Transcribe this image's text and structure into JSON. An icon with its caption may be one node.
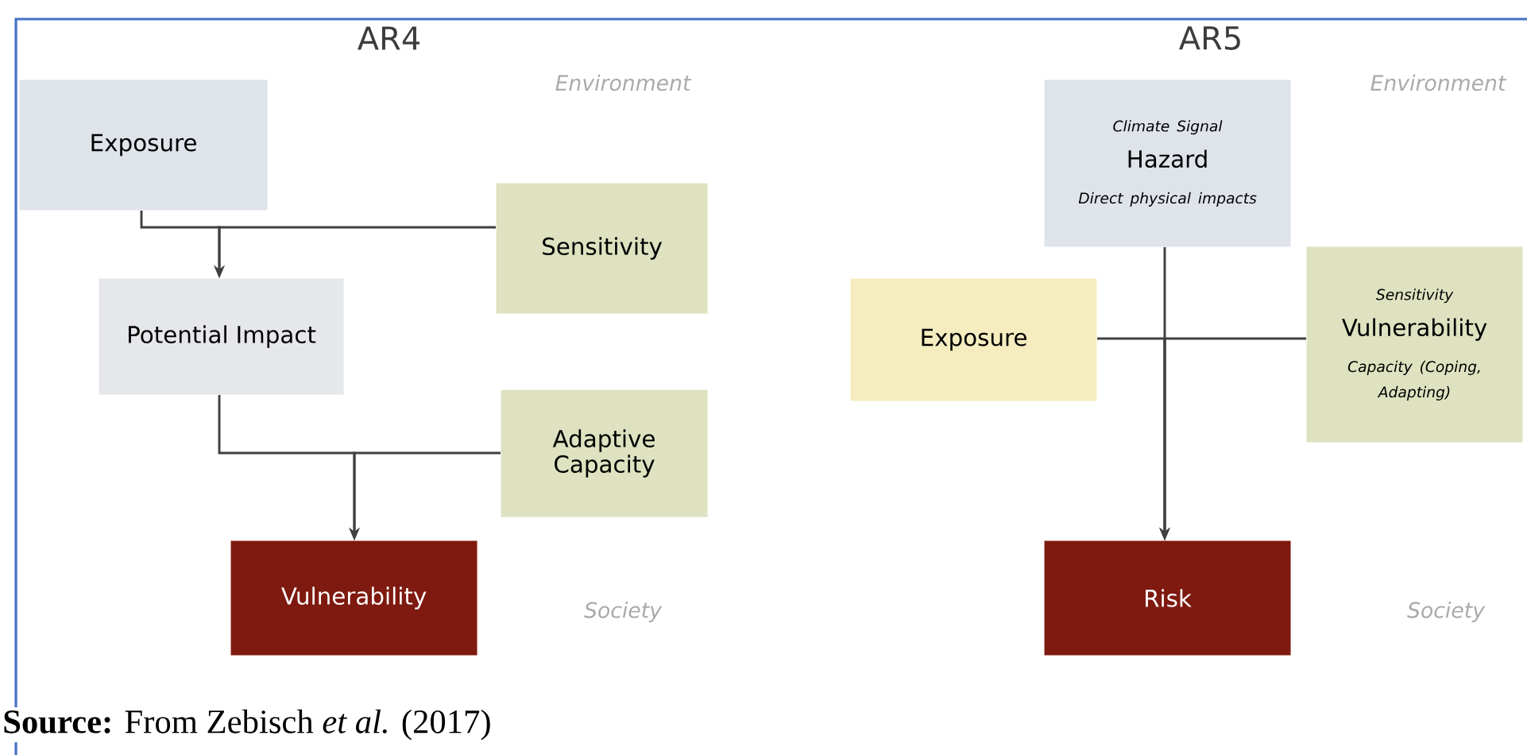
{
  "diagram": {
    "caption": "**Source:** From Zebisch *et al.* (2017)",
    "nodes": [
      {
        "text": [
          "Exposure"
        ]
      },
      {
        "text": [
          "Sensitivity"
        ]
      },
      {
        "text": [
          "Potential Impact"
        ]
      },
      {
        "text": [
          "Adaptive Capacity"
        ]
      },
      {
        "text": [
          "Vulnerability"
        ]
      },
      {
        "text": [
          "Climate Signal",
          "Hazard",
          "Direct physical impacts"
        ]
      },
      {
        "text": [
          "Exposure"
        ]
      },
      {
        "text": [
          "Sensitivity",
          "Vulnerability",
          "Capacity (Coping, Adapting)"
        ]
      },
      {
        "text": [
          "Risk"
        ]
      }
    ],
    "edges": [
      {
        "from": 0,
        "to": 2,
        "arrow": "to"
      },
      {
        "from": 1,
        "to": 2,
        "arrow": "to"
      },
      {
        "from": 2,
        "to": 4,
        "arrow": "to"
      },
      {
        "from": 3,
        "to": 4,
        "arrow": "to"
      },
      {
        "from": 5,
        "to": 8,
        "arrow": "to"
      },
      {
        "from": 6,
        "to": 8,
        "arrow": "to"
      },
      {
        "from": 7,
        "to": 8,
        "arrow": "to"
      }
    ],
    "labels": [
      "AR4",
      "Environment",
      "AR5",
      "Environment",
      "Society",
      "Society"
    ]
  }
}
